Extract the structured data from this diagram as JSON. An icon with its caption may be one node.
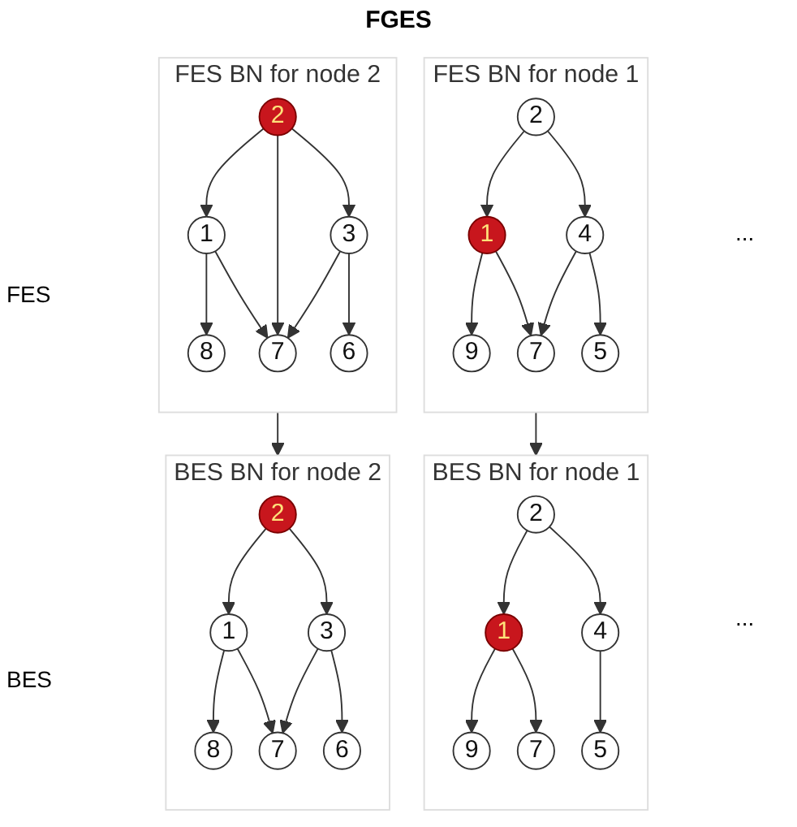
{
  "diagram": {
    "title": "FGES",
    "nodes": [
      {
        "text": [
          "FES BN for node 1"
        ]
      },
      {
        "text": [
          "2"
        ],
        "in": 0
      },
      {
        "text": [
          "1"
        ],
        "in": 0
      },
      {
        "text": [
          "4"
        ],
        "in": 0
      },
      {
        "text": [
          "9"
        ],
        "in": 0
      },
      {
        "text": [
          "7"
        ],
        "in": 0
      },
      {
        "text": [
          "5"
        ],
        "in": 0
      },
      {
        "text": [
          "FES BN for node 2"
        ]
      },
      {
        "text": [
          "2"
        ],
        "in": 7
      },
      {
        "text": [
          "1"
        ],
        "in": 7
      },
      {
        "text": [
          "3"
        ],
        "in": 7
      },
      {
        "text": [
          "8"
        ],
        "in": 7
      },
      {
        "text": [
          "7"
        ],
        "in": 7
      },
      {
        "text": [
          "6"
        ],
        "in": 7
      },
      {
        "text": [
          "BES BN for node 1"
        ]
      },
      {
        "text": [
          "2"
        ],
        "in": 14
      },
      {
        "text": [
          "1"
        ],
        "in": 14
      },
      {
        "text": [
          "4"
        ],
        "in": 14
      },
      {
        "text": [
          "9"
        ],
        "in": 14
      },
      {
        "text": [
          "7"
        ],
        "in": 14
      },
      {
        "text": [
          "5"
        ],
        "in": 14
      },
      {
        "text": [
          "BES BN for node 2"
        ]
      },
      {
        "text": [
          "2"
        ],
        "in": 21
      },
      {
        "text": [
          "1"
        ],
        "in": 21
      },
      {
        "text": [
          "3"
        ],
        "in": 21
      },
      {
        "text": [
          "8"
        ],
        "in": 21
      },
      {
        "text": [
          "7"
        ],
        "in": 21
      },
      {
        "text": [
          "6"
        ],
        "in": 21
      }
    ],
    "edges": [
      {
        "from": 1,
        "to": 2,
        "arrow": "to"
      },
      {
        "from": 1,
        "to": 3,
        "arrow": "to"
      },
      {
        "from": 2,
        "to": 4,
        "arrow": "to"
      },
      {
        "from": 2,
        "to": 5,
        "arrow": "to"
      },
      {
        "from": 3,
        "to": 5,
        "arrow": "to"
      },
      {
        "from": 3,
        "to": 6,
        "arrow": "to"
      },
      {
        "from": 8,
        "to": 9,
        "arrow": "to"
      },
      {
        "from": 8,
        "to": 12,
        "arrow": "to"
      },
      {
        "from": 8,
        "to": 10,
        "arrow": "to"
      },
      {
        "from": 9,
        "to": 11,
        "arrow": "to"
      },
      {
        "from": 9,
        "to": 12,
        "arrow": "to"
      },
      {
        "from": 10,
        "to": 12,
        "arrow": "to"
      },
      {
        "from": 10,
        "to": 13,
        "arrow": "to"
      },
      {
        "from": 15,
        "to": 16,
        "arrow": "to"
      },
      {
        "from": 15,
        "to": 17,
        "arrow": "to"
      },
      {
        "from": 16,
        "to": 18,
        "arrow": "to"
      },
      {
        "from": 16,
        "to": 19,
        "arrow": "to"
      },
      {
        "from": 17,
        "to": 20,
        "arrow": "to"
      },
      {
        "from": 22,
        "to": 23,
        "arrow": "to"
      },
      {
        "from": 22,
        "to": 24,
        "arrow": "to"
      },
      {
        "from": 23,
        "to": 25,
        "arrow": "to"
      },
      {
        "from": 23,
        "to": 26,
        "arrow": "to"
      },
      {
        "from": 24,
        "to": 26,
        "arrow": "to"
      },
      {
        "from": 24,
        "to": 27,
        "arrow": "to"
      },
      {
        "from": 0,
        "to": 14,
        "arrow": "to"
      },
      {
        "from": 7,
        "to": 21,
        "arrow": "to"
      }
    ],
    "labels": [
      "...",
      "FES",
      "...",
      "BES"
    ]
  }
}
